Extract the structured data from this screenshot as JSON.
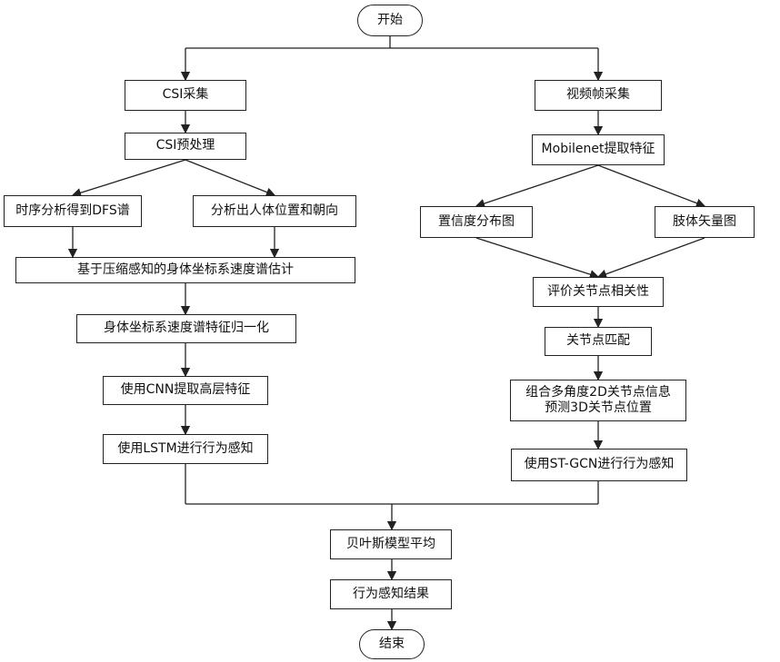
{
  "nodes": {
    "start": "开始",
    "csi_collect": "CSI采集",
    "csi_pre": "CSI预处理",
    "dfs": "时序分析得到DFS谱",
    "pos": "分析出人体位置和朝向",
    "bvp_est": "基于压缩感知的身体坐标系速度谱估计",
    "bvp_norm": "身体坐标系速度谱特征归一化",
    "cnn": "使用CNN提取高层特征",
    "lstm": "使用LSTM进行行为感知",
    "video": "视频帧采集",
    "mobilenet": "Mobilenet提取特征",
    "conf": "置信度分布图",
    "limb": "肢体矢量图",
    "eval": "评价关节点相关性",
    "match": "关节点匹配",
    "combine_1": "组合多角度2D关节点信息",
    "combine_2": "预测3D关节点位置",
    "stgcn": "使用ST-GCN进行行为感知",
    "bayes": "贝叶斯模型平均",
    "result": "行为感知结果",
    "end": "结束"
  }
}
